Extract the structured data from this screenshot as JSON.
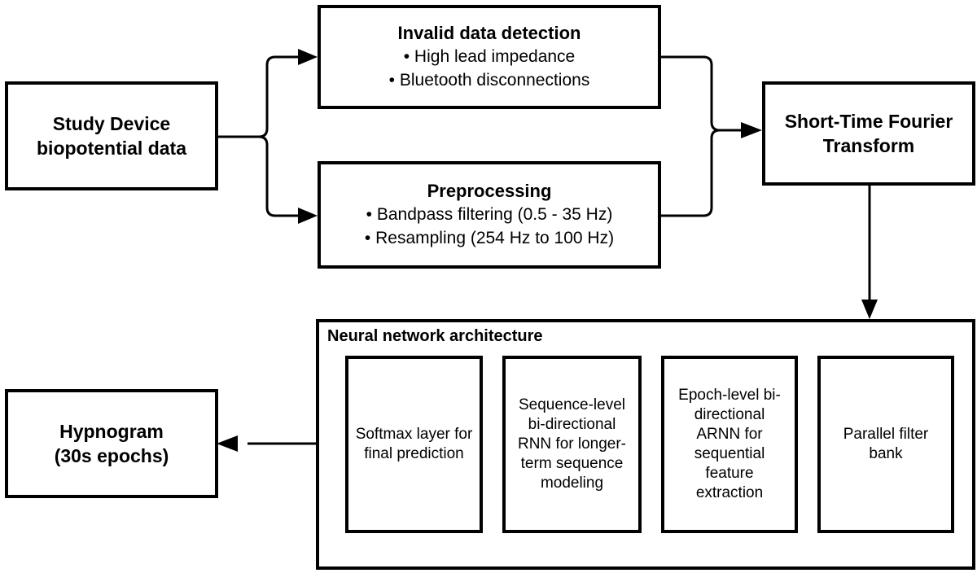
{
  "nodes": {
    "study_device": {
      "label": "Study Device biopotential data"
    },
    "invalid_data": {
      "title": "Invalid data detection",
      "items": [
        "• High lead impedance",
        "• Bluetooth disconnections"
      ]
    },
    "preprocessing": {
      "title": "Preprocessing",
      "items": [
        "• Bandpass filtering (0.5 - 35 Hz)",
        "• Resampling (254 Hz to 100 Hz)"
      ]
    },
    "stft": {
      "label": "Short-Time Fourier Transform"
    },
    "neural_network": {
      "title": "Neural network architecture",
      "blocks": [
        "Softmax layer for final prediction",
        "Sequence-level bi-directional RNN for longer-term sequence modeling",
        "Epoch-level bi-directional ARNN for sequential feature extraction",
        "Parallel filter bank"
      ]
    },
    "hypnogram": {
      "label": "Hypnogram (30s epochs)"
    }
  },
  "colors": {
    "stroke": "#000000",
    "fill": "#ffffff"
  }
}
